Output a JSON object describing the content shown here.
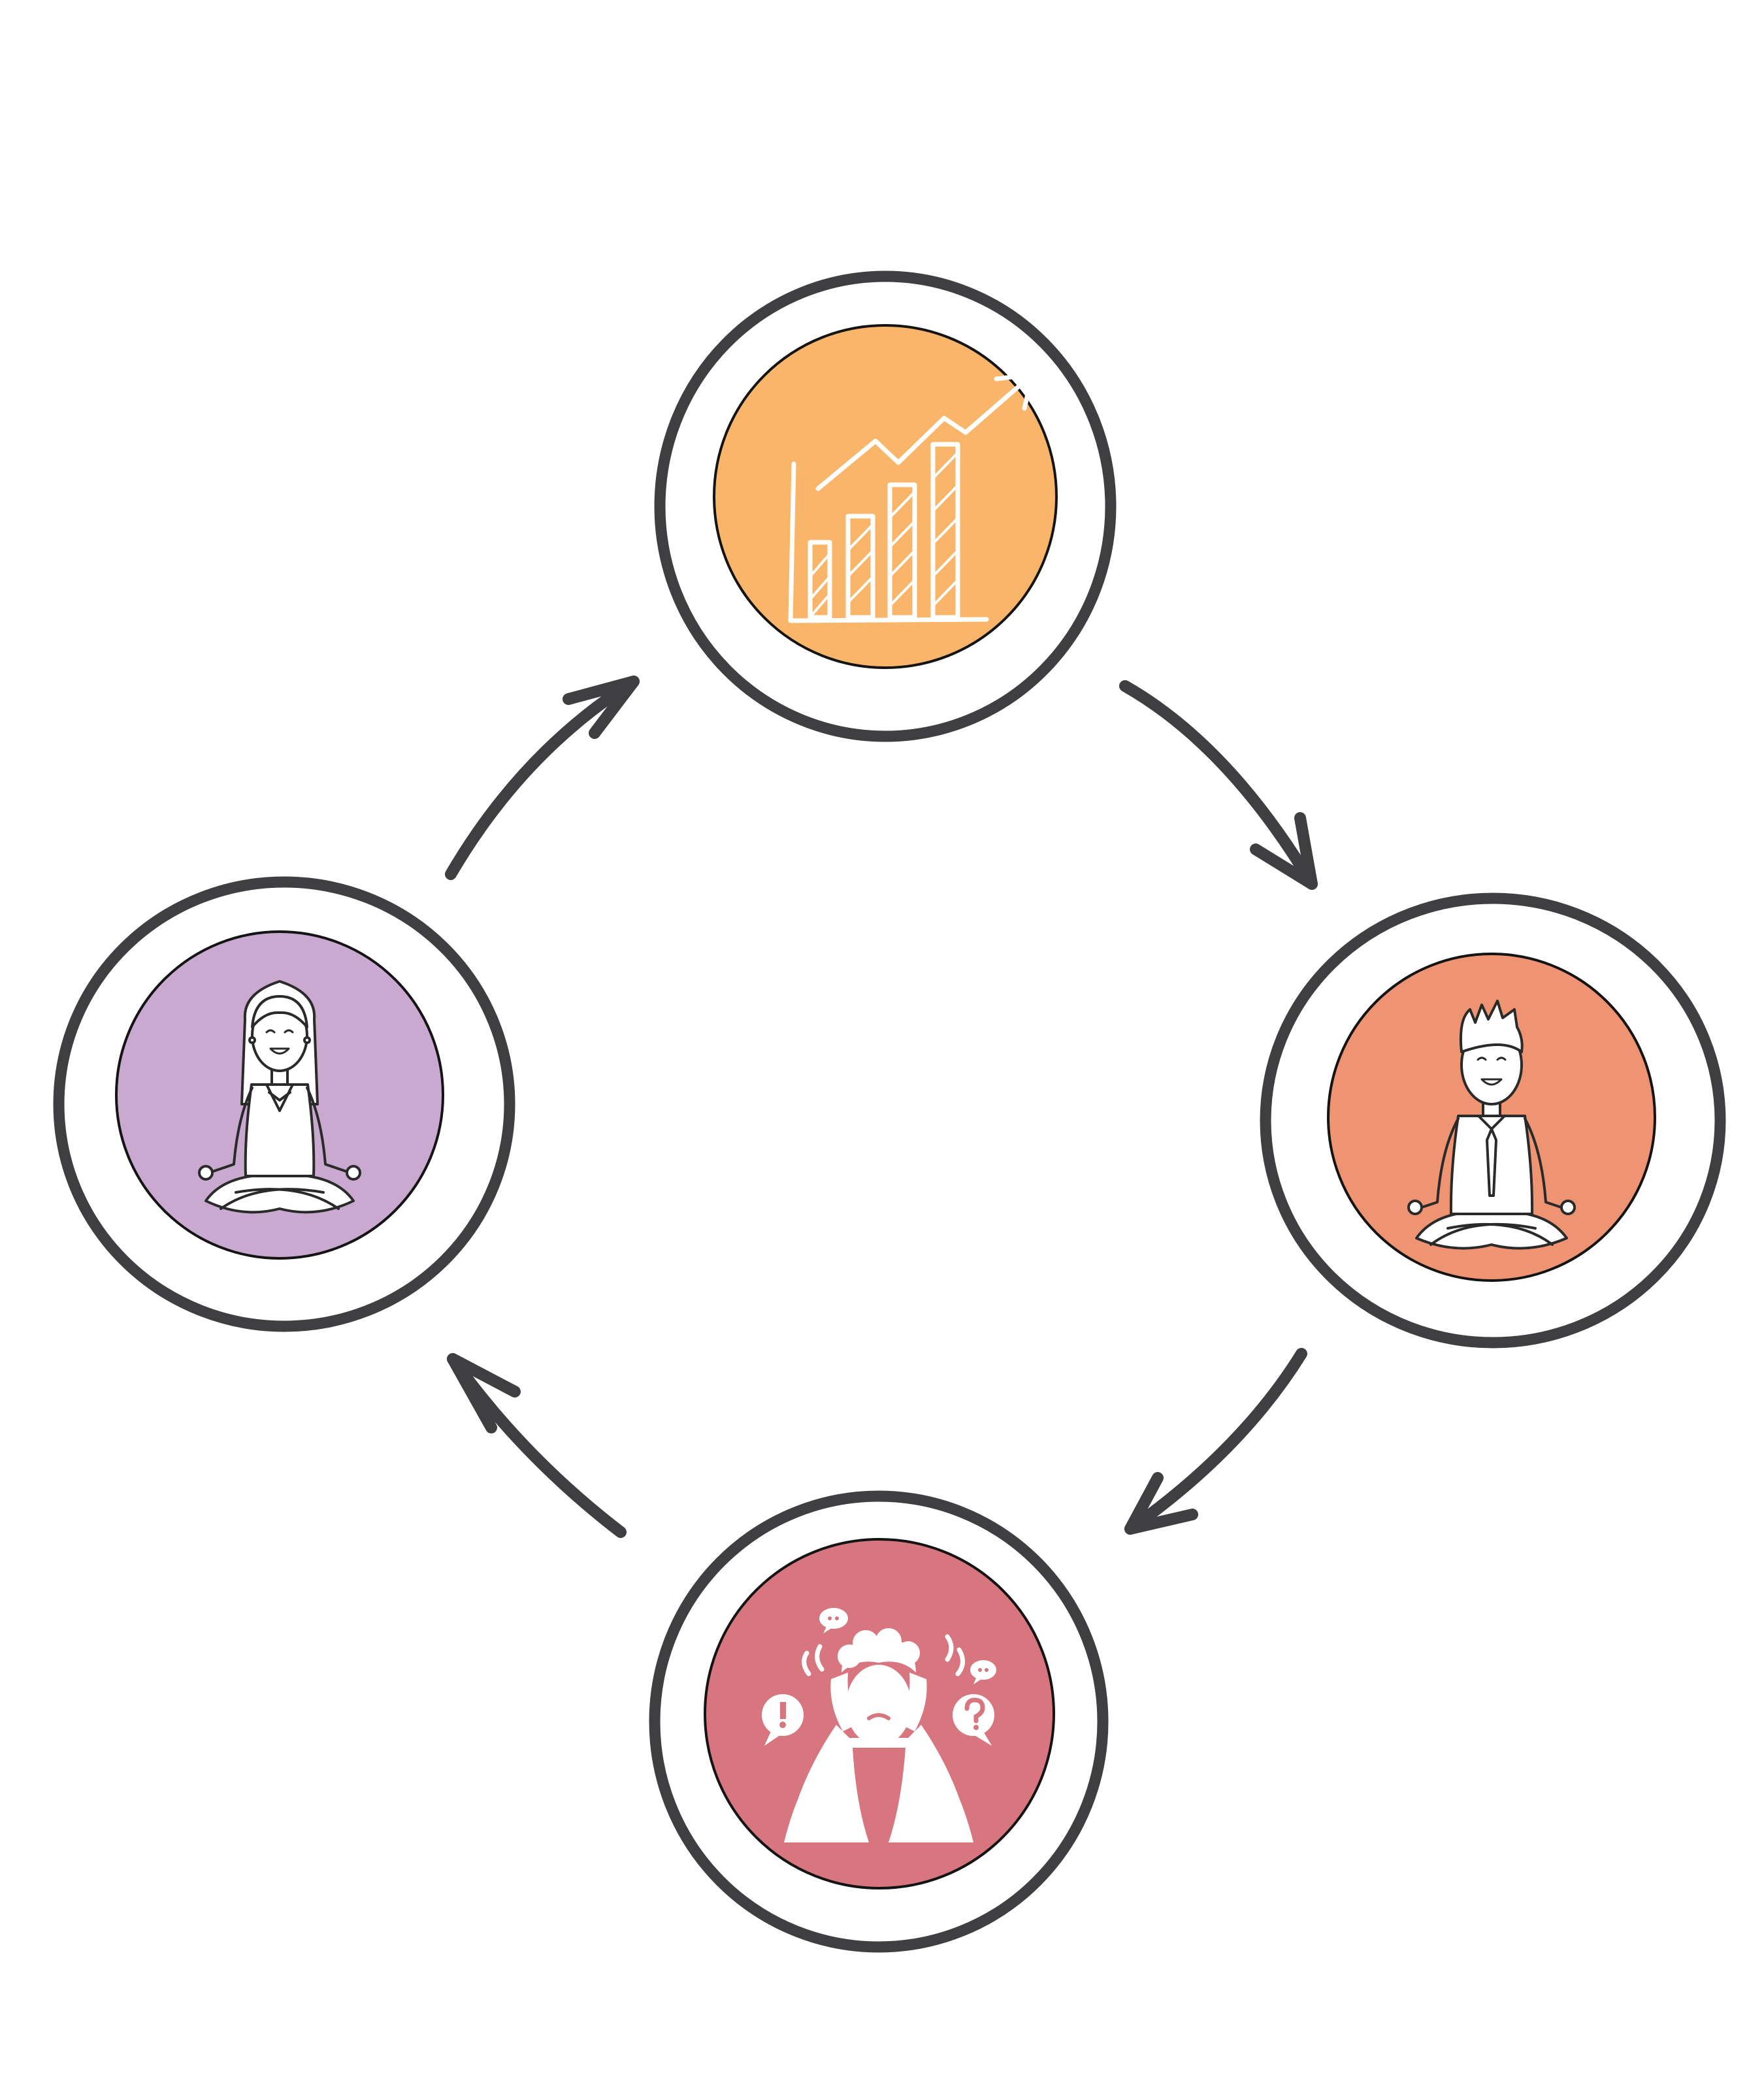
{
  "diagram": {
    "type": "cycle",
    "direction": "clockwise",
    "colors": {
      "stroke": "#3f3f42",
      "outline": "#141414",
      "node_top": "#f9b569",
      "node_right": "#ef9472",
      "node_bottom": "#d87680",
      "node_left": "#c9a9d0",
      "icon": "#ffffff"
    },
    "nodes": [
      {
        "id": "top",
        "icon": "growth-chart-icon"
      },
      {
        "id": "right",
        "icon": "meditating-man-icon"
      },
      {
        "id": "bottom",
        "icon": "stressed-person-icon"
      },
      {
        "id": "left",
        "icon": "meditating-woman-icon"
      }
    ],
    "arrows": [
      {
        "from": "top",
        "to": "right"
      },
      {
        "from": "right",
        "to": "bottom"
      },
      {
        "from": "bottom",
        "to": "left"
      },
      {
        "from": "left",
        "to": "top"
      }
    ]
  }
}
